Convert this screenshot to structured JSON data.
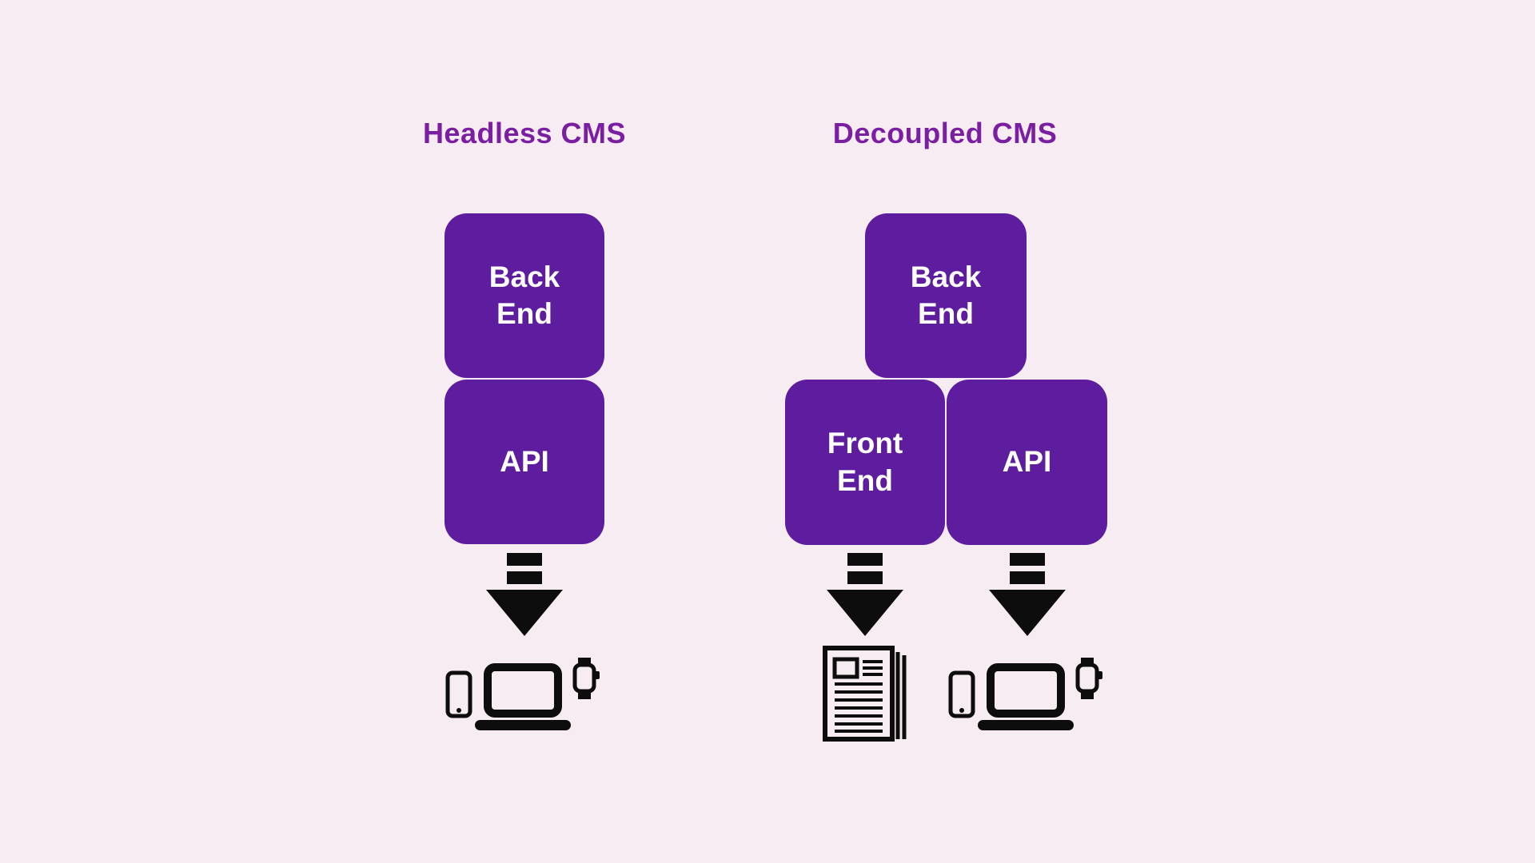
{
  "palette": {
    "background": "#f8ecf3",
    "box_purple": "#5e1d9e",
    "title_purple": "#7b1fa2",
    "icon_black": "#0d0d0d",
    "box_text": "#ffffff"
  },
  "headless": {
    "title": "Headless CMS",
    "back_end_label": "Back\nEnd",
    "api_label": "API",
    "flow": "API outputs to devices",
    "devices": [
      "smartphone",
      "laptop",
      "smartwatch"
    ]
  },
  "decoupled": {
    "title": "Decoupled CMS",
    "back_end_label": "Back\nEnd",
    "front_end_label": "Front\nEnd",
    "api_label": "API",
    "front_end_target": "newspaper",
    "api_targets": [
      "smartphone",
      "laptop",
      "smartwatch"
    ]
  }
}
